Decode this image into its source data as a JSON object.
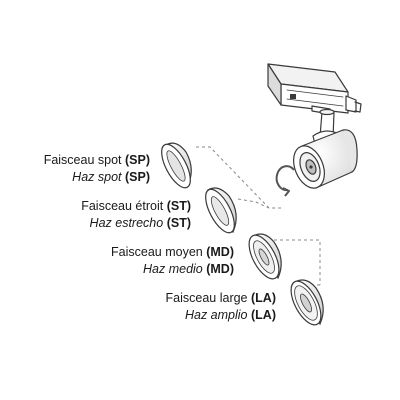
{
  "beams": [
    {
      "name_fr": "Faisceau spot",
      "code_fr": "(SP)",
      "name_es": "Haz spot",
      "code_es": "(SP)",
      "icon": "spot-reflector-icon"
    },
    {
      "name_fr": "Faisceau étroit",
      "code_fr": "(ST)",
      "name_es": "Haz estrecho",
      "code_es": "(ST)",
      "icon": "narrow-reflector-icon"
    },
    {
      "name_fr": "Faisceau moyen",
      "code_fr": "(MD)",
      "name_es": "Haz medio",
      "code_es": "(MD)",
      "icon": "medium-reflector-icon"
    },
    {
      "name_fr": "Faisceau large",
      "code_fr": "(LA)",
      "name_es": "Haz amplio",
      "code_es": "(LA)",
      "icon": "wide-reflector-icon"
    }
  ],
  "illustration": {
    "fixture_icon": "track-spotlight-icon",
    "rotate_icon": "rotate-arrow-icon",
    "line_color": "#3a3a3a",
    "guide_color": "#8a8a8a"
  }
}
